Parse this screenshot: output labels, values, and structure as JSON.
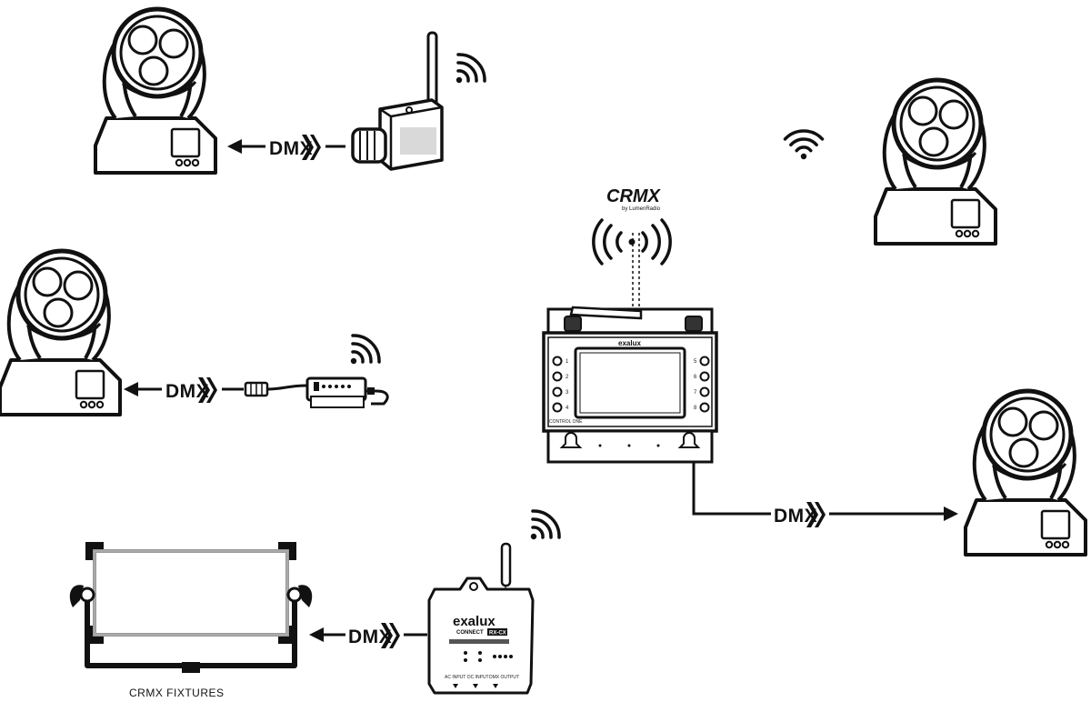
{
  "brand": {
    "crmx_logo": "CRMX",
    "crmx_tagline": "by LumenRadio",
    "exalux": "exalux",
    "connect": "CONNECT",
    "connect_badge": "RX-CX",
    "control_one": "CONTROL ONE"
  },
  "links": {
    "dmx": "DMX"
  },
  "fixtures_caption": "CRMX FIXTURES",
  "controller": {
    "left_buttons": [
      "1",
      "2",
      "3",
      "4"
    ],
    "right_buttons": [
      "5",
      "6",
      "7",
      "8"
    ]
  },
  "connect_panel": {
    "labels": [
      "AC INPUT",
      "DC INPUT",
      "DMX OUTPUT"
    ]
  },
  "colors": {
    "line": "#111111",
    "panel_frame": "#999999",
    "background": "#ffffff"
  }
}
